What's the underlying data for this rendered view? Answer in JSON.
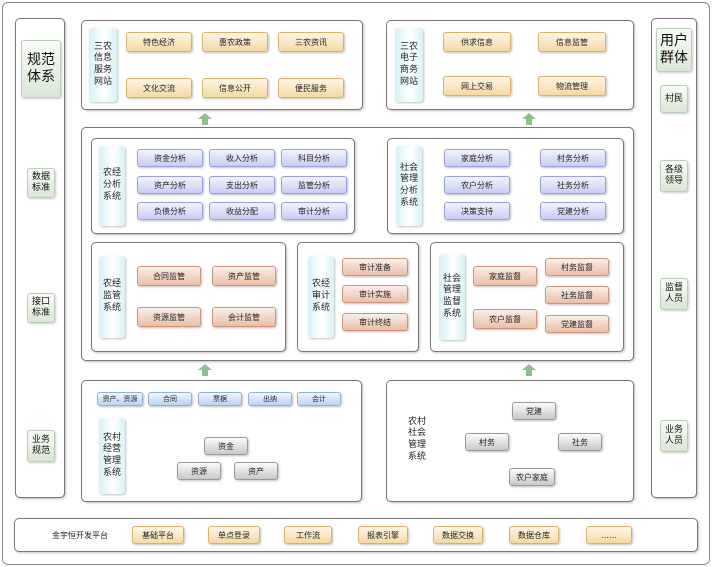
{
  "left_column": {
    "title": "规范体系",
    "items": [
      "数据标准",
      "接口标准",
      "业务规范"
    ]
  },
  "right_column": {
    "title": "用户群体",
    "items": [
      "村民",
      "各级领导",
      "监督人员",
      "业务人员"
    ]
  },
  "top_left": {
    "title": "三农信息服务网站",
    "buttons": [
      "特色经济",
      "惠农政策",
      "三农资讯",
      "文化交流",
      "信息公开",
      "便民服务"
    ]
  },
  "top_right": {
    "title": "三农电子商务网站",
    "buttons": [
      "供求信息",
      "信息监管",
      "网上交易",
      "物流管理"
    ]
  },
  "analysis_left": {
    "title": "农经分析系统",
    "buttons": [
      "资金分析",
      "收入分析",
      "科目分析",
      "资产分析",
      "支出分析",
      "监管分析",
      "负债分析",
      "收益分配",
      "审计分析"
    ]
  },
  "analysis_right": {
    "title": "社会管理分析系统",
    "buttons": [
      "家庭分析",
      "村务分析",
      "农户分析",
      "社务分析",
      "决策支持",
      "党建分析"
    ]
  },
  "supervision_left": {
    "title": "农经监管系统",
    "buttons": [
      "合同监管",
      "资产监管",
      "资源监管",
      "会计监管"
    ]
  },
  "audit": {
    "title": "农经审计系统",
    "buttons": [
      "审计准备",
      "审计实施",
      "审计终结"
    ]
  },
  "supervision_right": {
    "title": "社会管理监督系统",
    "buttons": [
      "家庭监督",
      "村务监督",
      "社务监督",
      "农户监督",
      "党建监督"
    ]
  },
  "operations": {
    "title": "农村经营管理系统",
    "tabs": [
      "资产、资源",
      "合同",
      "票据",
      "出纳",
      "会计"
    ],
    "items": [
      "资金",
      "资源",
      "资产"
    ]
  },
  "social": {
    "title": "农村社会管理系统",
    "items": [
      "党建",
      "村务",
      "社务",
      "农户家庭"
    ]
  },
  "platform": {
    "label": "金宇恒开发平台",
    "buttons": [
      "基础平台",
      "单点登录",
      "工作流",
      "报表引擎",
      "数据交换",
      "数据仓库",
      "……"
    ]
  }
}
